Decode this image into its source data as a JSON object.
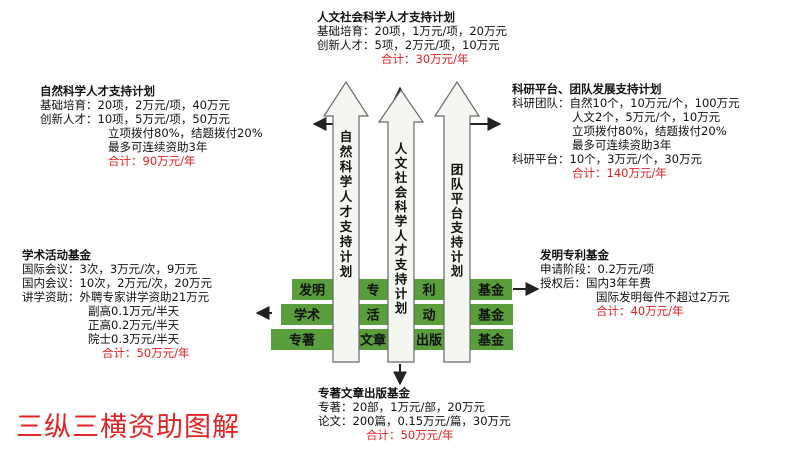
{
  "diagram": {
    "title": "三纵三横资助图解",
    "columns": [
      {
        "label": [
          "自",
          "然",
          "科",
          "学",
          "人",
          "才",
          "支",
          "持",
          "计",
          "划"
        ]
      },
      {
        "label": [
          "人",
          "文",
          "社",
          "会",
          "科",
          "学",
          "人",
          "才",
          "支",
          "持",
          "计",
          "划"
        ]
      },
      {
        "label": [
          "团",
          "队",
          "平",
          "台",
          "支",
          "持",
          "计",
          "划"
        ]
      }
    ],
    "rows": [
      {
        "cells": [
          "发明",
          "专",
          "利",
          "基金"
        ]
      },
      {
        "cells": [
          "学术",
          "活",
          "动",
          "基金"
        ]
      },
      {
        "cells": [
          "专著",
          "文章",
          "出版",
          "基金"
        ]
      }
    ],
    "colors": {
      "green": "#5a9e3c",
      "arrow_fill": "#f3f6f1",
      "arrow_stroke": "#6a6a6a",
      "total_red": "#e02020",
      "title_red": "#e32426"
    }
  },
  "blocks": {
    "top": {
      "heading": "人文社会科学人才支持计划",
      "lines": [
        "基础培育：20项，1万元/项，20万元",
        "创新人才：5项，2万元/项，10万元"
      ],
      "total": "合计：30万元/年"
    },
    "left_top": {
      "heading": "自然科学人才支持计划",
      "lines": [
        "基础培育：20项，2万元/项，40万元",
        "创新人才：10项，5万元/项，50万元",
        "立项拨付80%，结题拨付20%",
        "最多可连续资助3年"
      ],
      "total": "合计：90万元/年"
    },
    "right_top": {
      "heading": "科研平台、团队发展支持计划",
      "lines": [
        "科研团队：自然10个，10万元/个，100万元",
        "人文2个，5万元/个，10万元",
        "立项拨付80%，结题拨付20%",
        "最多可连续资助3年",
        "科研平台：10个，3万元/个，30万元"
      ],
      "total": "合计：140万元/年"
    },
    "left_mid": {
      "heading": "学术活动基金",
      "lines": [
        "国际会议：3次，3万元/次，9万元",
        "国内会议：10次，2万元/次，20万元",
        "讲学资助：外聘专家讲学资助21万元",
        "副高0.1万元/半天",
        "正高0.2万元/半天",
        "院士0.3万元/半天"
      ],
      "total": "合计：50万元/年"
    },
    "right_mid": {
      "heading": "发明专利基金",
      "lines": [
        "申请阶段：0.2万元/项",
        "授权后：国内3年年费",
        "国际发明每件不超过2万元"
      ],
      "total": "合计：40万元/年"
    },
    "bottom": {
      "heading": "专著文章出版基金",
      "lines": [
        "专著：20部，1万元/部，20万元",
        "论文：200篇，0.15万元/篇，30万元"
      ],
      "total": "合计：50万元/年"
    }
  }
}
